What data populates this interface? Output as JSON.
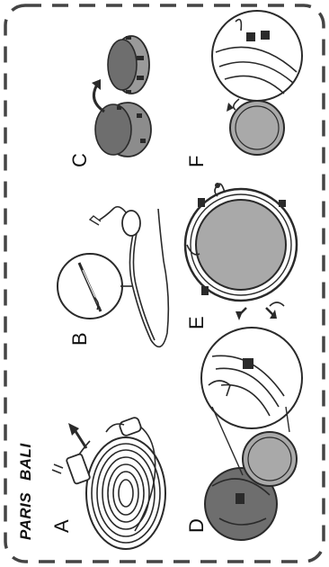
{
  "document": {
    "brand": {
      "line1": "PARIS",
      "line2": "BALI"
    },
    "steps": {
      "a": "A",
      "b": "B",
      "c": "C",
      "d": "D",
      "e": "E",
      "f": "F"
    }
  },
  "colors": {
    "border": "#444444",
    "ink": "#2a2a2a",
    "gray_fill": "#a9a9a9",
    "dark_fill": "#6e6e6e"
  }
}
